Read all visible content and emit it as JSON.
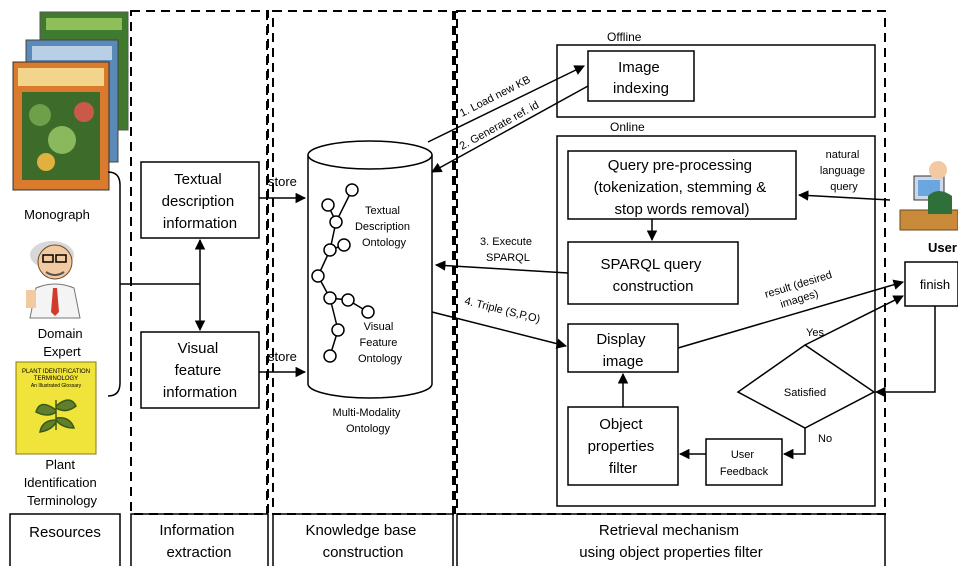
{
  "columns": {
    "resources": "Resources",
    "information_extraction": [
      "Information",
      "extraction"
    ],
    "knowledge_base": [
      "Knowledge base",
      "construction"
    ],
    "retrieval": [
      "Retrieval mechanism",
      "using object properties filter"
    ]
  },
  "resources": {
    "monograph": "Monograph",
    "domain_expert": [
      "Domain",
      "Expert"
    ],
    "plant_terminology": [
      "Plant",
      "Identification",
      "Terminology"
    ],
    "terminology_book_title": [
      "PLANT IDENTIFICATION",
      "TERMINOLOGY"
    ],
    "terminology_book_subtitle": "An Illustrated Glossary"
  },
  "extraction": {
    "textual": [
      "Textual",
      "description",
      "information"
    ],
    "visual": [
      "Visual",
      "feature",
      "information"
    ],
    "store_label": "store"
  },
  "knowledge_base": {
    "textual_ontology": [
      "Textual",
      "Description",
      "Ontology"
    ],
    "visual_ontology": [
      "Visual",
      "Feature",
      "Ontology"
    ],
    "db_label": [
      "Multi-Modality",
      "Ontology"
    ]
  },
  "offline": {
    "label": "Offline",
    "image_indexing": [
      "Image",
      "indexing"
    ],
    "arrow_1": "1. Load new KB",
    "arrow_2": "2. Generate ref. id"
  },
  "online": {
    "label": "Online",
    "query_preprocessing": [
      "Query pre-processing",
      "(tokenization, stemming &",
      "stop words removal)"
    ],
    "sparql_construction": [
      "SPARQL query",
      "construction"
    ],
    "display_image": [
      "Display",
      "image"
    ],
    "object_filter": [
      "Object",
      "properties",
      "filter"
    ],
    "user_feedback": [
      "User",
      "Feedback"
    ],
    "satisfied": "Satisfied",
    "yes": "Yes",
    "no": "No",
    "arrow_3": [
      "3. Execute",
      "SPARQL"
    ],
    "arrow_4": "4. Triple (S,P,O)",
    "natural_query": [
      "natural",
      "language",
      "query"
    ],
    "result": [
      "result (desired",
      "images)"
    ]
  },
  "user": {
    "label": "User",
    "finish": "finish"
  }
}
